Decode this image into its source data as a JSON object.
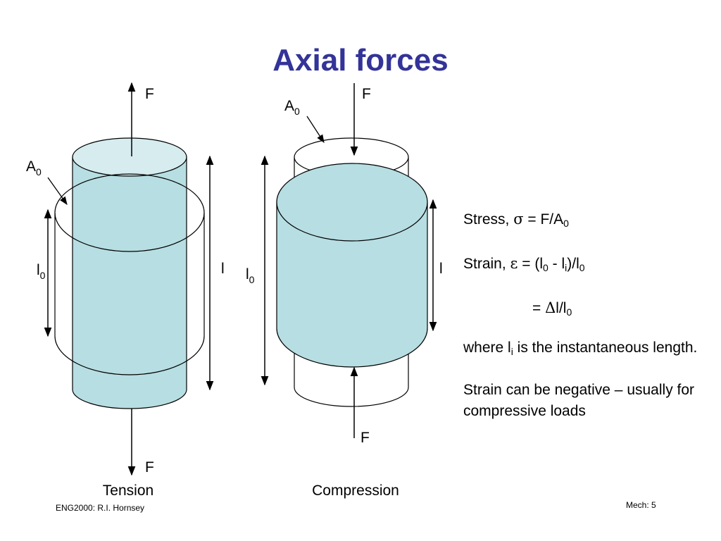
{
  "slide": {
    "title": "Axial forces",
    "footer_left": "ENG2000: R.I. Hornsey",
    "footer_right": "Mech: 5"
  },
  "colors": {
    "title": "#333399",
    "cylinder_fill": "#b7dee2",
    "cylinder_top_fill": "#d6ecef",
    "outline": "#000000"
  },
  "diagram": {
    "tension": {
      "caption": "Tension",
      "force_top": "F",
      "force_bottom": "F",
      "area_label": "A",
      "area_sub": "0",
      "orig_length_label": "l",
      "orig_length_sub": "0",
      "new_length_label": "l"
    },
    "compression": {
      "caption": "Compression",
      "force_top": "F",
      "force_bottom": "F",
      "area_label": "A",
      "area_sub": "0",
      "orig_length_label": "l",
      "orig_length_sub": "0",
      "new_length_label": "l"
    }
  },
  "equations": {
    "stress_prefix": "Stress, ",
    "stress_symbol": "σ",
    "stress_rhs": " = F/A",
    "stress_sub": "0",
    "strain_prefix": "Strain, ",
    "strain_symbol": "ε",
    "strain_rhs_a": " = (l",
    "strain_sub_a": "0",
    "strain_rhs_b": " - l",
    "strain_sub_b": "i",
    "strain_rhs_c": ")/l",
    "strain_sub_c": "0",
    "equals": "= ",
    "delta_symbol": "Δ",
    "delta_rhs": "l/l",
    "delta_sub": "0",
    "where_a": "where l",
    "where_sub": "i",
    "where_b": " is the instantaneous length.",
    "note": "Strain can be negative – usually for compressive loads"
  }
}
